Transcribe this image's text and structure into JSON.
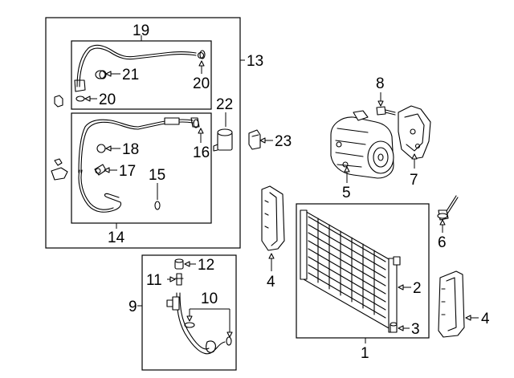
{
  "callouts": {
    "c1": "1",
    "c2": "2",
    "c3": "3",
    "c4a": "4",
    "c4b": "4",
    "c5": "5",
    "c6": "6",
    "c7": "7",
    "c8": "8",
    "c9": "9",
    "c10": "10",
    "c11": "11",
    "c12": "12",
    "c13": "13",
    "c14": "14",
    "c15": "15",
    "c16": "16",
    "c17": "17",
    "c18": "18",
    "c19": "19",
    "c20a": "20",
    "c20b": "20",
    "c21": "21",
    "c22": "22",
    "c23": "23"
  }
}
